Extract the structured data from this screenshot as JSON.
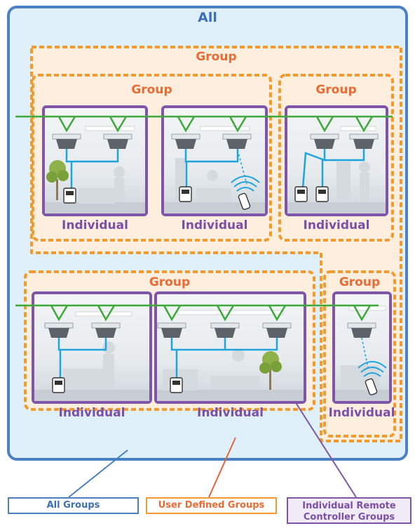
{
  "all_label": "All",
  "group_label": "Group",
  "individual_label": "Individual",
  "legend": {
    "all_groups": "All Groups",
    "user_defined_groups": "User Defined Groups",
    "individual_remote_line1": "Individual Remote",
    "individual_remote_line2": "Controller Groups"
  },
  "colors": {
    "all": "#4a80c4",
    "all_fill": "#dff0fb",
    "group": "#f39a2e",
    "group_fill": "#fdeedd",
    "group_text": "#ec6a33",
    "individual": "#7e55a9",
    "network": "#3da93a",
    "pipe": "#1fa3dc",
    "user_defined_line": "#e8623a"
  }
}
